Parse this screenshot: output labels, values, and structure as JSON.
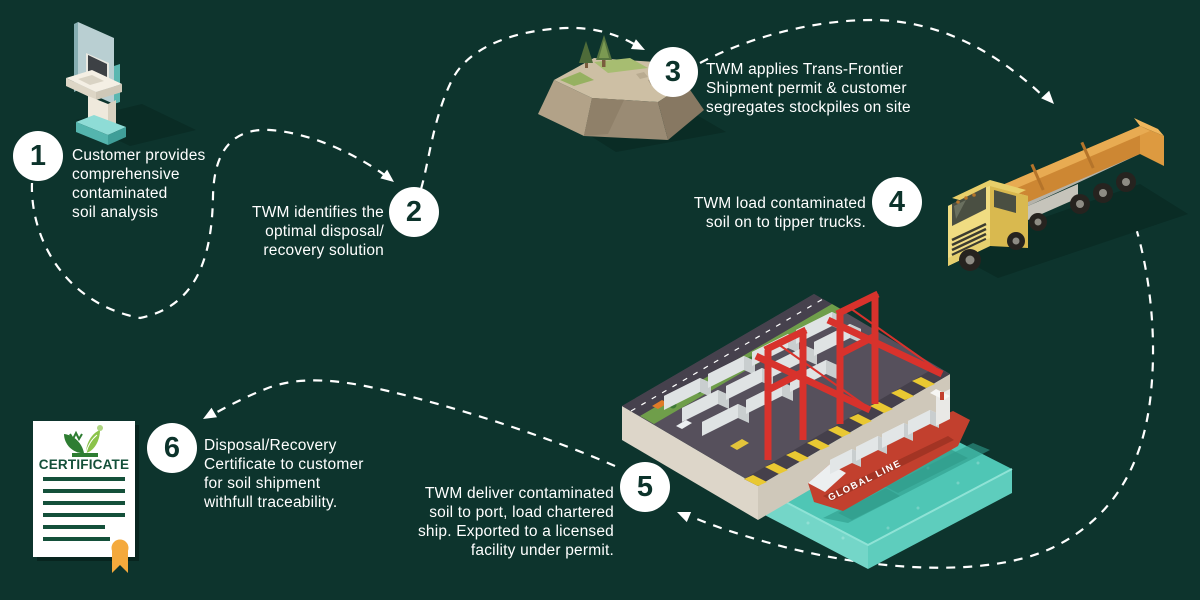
{
  "colors": {
    "background": "#0d342d",
    "connector_line": "#ffffff",
    "badge_fill": "#ffffff",
    "badge_number": "#0c332b",
    "certificate_green": "#14503a",
    "ribbon_orange": "#f4a93c",
    "crane_red": "#d8322c",
    "water_teal": "#4fc6b5",
    "trailer_orange": "#cd8733",
    "cab_yellow": "#f0dc82"
  },
  "steps": [
    {
      "number": "1",
      "illustration": "information-kiosk",
      "lines": [
        "Customer provides",
        "comprehensive",
        "contaminated",
        "soil analysis"
      ]
    },
    {
      "number": "2",
      "lines": [
        "TWM identifies the",
        "optimal disposal/",
        "recovery solution"
      ]
    },
    {
      "number": "3",
      "illustration": "soil-stockpile-mound",
      "lines": [
        "TWM applies Trans-Frontier",
        "Shipment permit & customer",
        "segregates stockpiles on site"
      ]
    },
    {
      "number": "4",
      "illustration": "tipper-truck",
      "lines": [
        "TWM load contaminated",
        "soil on to tipper trucks."
      ]
    },
    {
      "number": "5",
      "illustration": "container-port-ship",
      "lines": [
        "TWM deliver contaminated",
        "soil to port, load chartered",
        "ship. Exported to a licensed",
        "facility under permit."
      ]
    },
    {
      "number": "6",
      "illustration": "certificate-document",
      "lines": [
        "Disposal/Recovery",
        "Certificate to customer",
        "for soil shipment",
        "withfull traceability."
      ]
    }
  ],
  "certificate": {
    "title": "CERTIFICATE"
  },
  "ship": {
    "hull_text": "GLOBAL LINE"
  }
}
